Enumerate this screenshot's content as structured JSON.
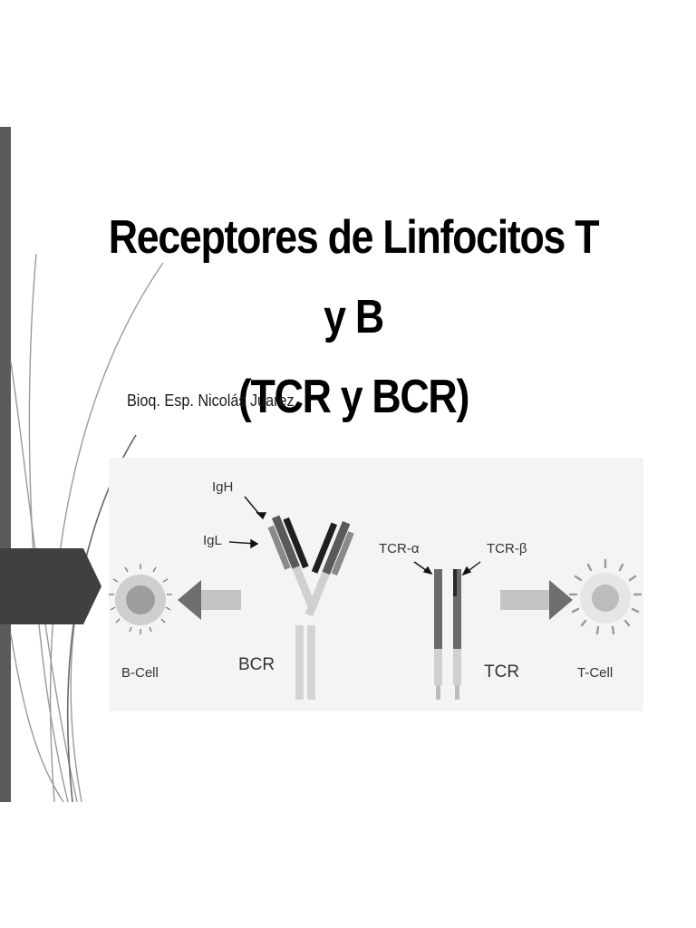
{
  "slide": {
    "title_line1": "Receptores de Linfocitos T y B",
    "title_line2": "(TCR y BCR)",
    "subtitle": "Bioq. Esp. Nicolás Juarez"
  },
  "figure": {
    "labels": {
      "igh": "IgH",
      "igl": "IgL",
      "tcr_alpha": "TCR-α",
      "tcr_beta": "TCR-β",
      "bcr": "BCR",
      "tcr": "TCR",
      "b_cell": "B-Cell",
      "t_cell": "T-Cell"
    }
  }
}
